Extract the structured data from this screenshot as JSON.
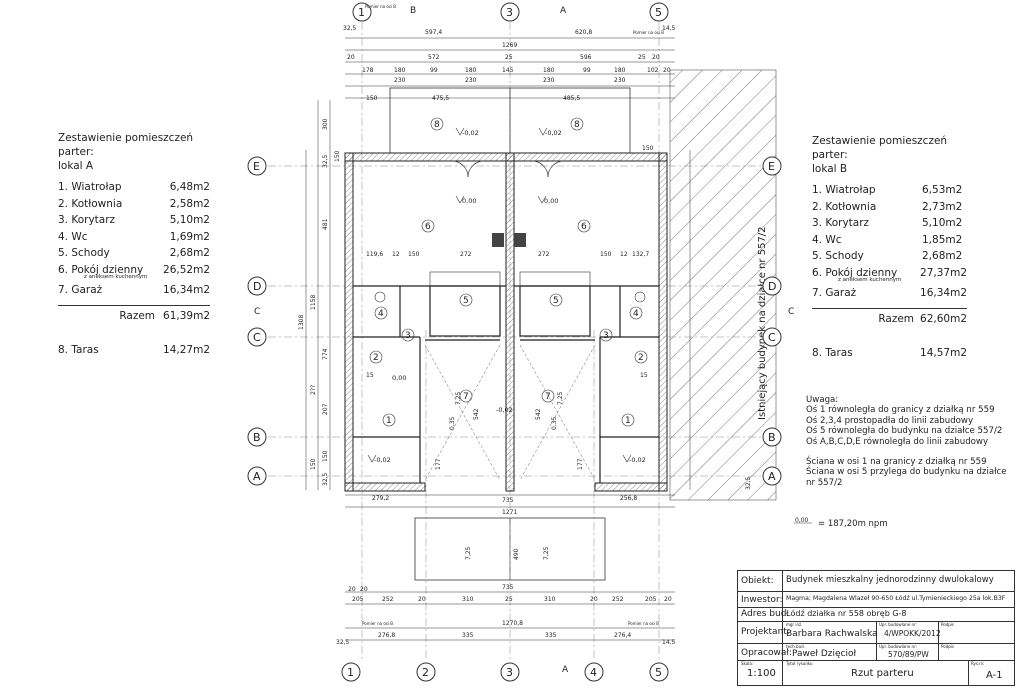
{
  "axes": {
    "vertical": [
      "1",
      "2",
      "3",
      "4",
      "5"
    ],
    "horizontal": [
      "E",
      "D",
      "C",
      "B",
      "A"
    ],
    "section_marks": [
      "B",
      "A",
      "C"
    ]
  },
  "dimensions": {
    "top": [
      "32,5",
      "597,4",
      "620,8",
      "14,5",
      "1269",
      "20",
      "572",
      "25",
      "596",
      "25",
      "20",
      "178",
      "180",
      "99",
      "180",
      "145",
      "180",
      "99",
      "180",
      "102",
      "20",
      "230",
      "230",
      "230",
      "230",
      "150",
      "475,5",
      "485,5",
      "150"
    ],
    "left": [
      "300",
      "32,5",
      "150",
      "481",
      "1158",
      "1308",
      "774",
      "207",
      "150",
      "150",
      "32,5",
      "2??"
    ],
    "right": [
      "32,5"
    ],
    "bottom": [
      "279,2",
      "735",
      "256,8",
      "1271",
      "735",
      "20",
      "20",
      "205",
      "252",
      "20",
      "310",
      "25",
      "310",
      "20",
      "252",
      "205",
      "20",
      "1270,8",
      "276,8",
      "335",
      "335",
      "276,4",
      "32,5",
      "14,5"
    ],
    "interior": [
      "119,6",
      "12",
      "150",
      "272",
      "272",
      "150",
      "12",
      "132,7",
      "490",
      "7,25",
      "7,25",
      "7,25",
      "7,25",
      "177",
      "177",
      "0,35",
      "0,35",
      "542",
      "542",
      "15",
      "15"
    ]
  },
  "rooms": [
    "8",
    "8",
    "6",
    "6",
    "4",
    "4",
    "2",
    "2",
    "1",
    "1",
    "3",
    "3",
    "5",
    "5",
    "7",
    "7"
  ],
  "levels": [
    "-0,02",
    "-0,02",
    "0,00",
    "0,00",
    "0,00",
    "-0,02",
    "-0,02",
    "-0,02"
  ],
  "wall_note": "Pomier na osi B",
  "neighbor_label": "Istniejący budynek na działce nr 557/2",
  "lokal_a": {
    "header": "Zestawienie pomieszczeń parter:",
    "sub": "lokal A",
    "rooms": [
      {
        "name": "1. Wiatrołap",
        "area": "6,48m2"
      },
      {
        "name": "2. Kotłownia",
        "area": "2,58m2"
      },
      {
        "name": "3. Korytarz",
        "area": "5,10m2"
      },
      {
        "name": "4. Wc",
        "area": "1,69m2"
      },
      {
        "name": "5. Schody",
        "area": "2,68m2"
      },
      {
        "name": "6. Pokój dzienny",
        "area": "26,52m2"
      },
      {
        "name": "7. Garaż",
        "area": "16,34m2"
      }
    ],
    "annex": "z aneksem kuchennym",
    "sum_label": "Razem",
    "sum": "61,39m2",
    "terrace": {
      "name": "8. Taras",
      "area": "14,27m2"
    }
  },
  "lokal_b": {
    "header": "Zestawienie pomieszczeń parter:",
    "sub": "lokal B",
    "rooms": [
      {
        "name": "1. Wiatrołap",
        "area": "6,53m2"
      },
      {
        "name": "2. Kotłownia",
        "area": "2,73m2"
      },
      {
        "name": "3. Korytarz",
        "area": "5,10m2"
      },
      {
        "name": "4. Wc",
        "area": "1,85m2"
      },
      {
        "name": "5. Schody",
        "area": "2,68m2"
      },
      {
        "name": "6. Pokój dzienny",
        "area": "27,37m2"
      },
      {
        "name": "7. Garaż",
        "area": "16,34m2"
      }
    ],
    "annex": "z aneksem kuchennym",
    "sum_label": "Razem",
    "sum": "62,60m2",
    "terrace": {
      "name": "8. Taras",
      "area": "14,57m2"
    }
  },
  "notes": {
    "title": "Uwaga:",
    "lines": [
      "Oś 1 równoległa do granicy z działką nr 559",
      "Oś 2,3,4 prostopadła do linii zabudowy",
      "Oś 5 równoległa do budynku na działce 557/2",
      "Oś A,B,C,D,E równoległa do linii zabudowy"
    ],
    "lines2": [
      "Ściana w osi 1 na granicy z działką nr 559",
      "Ściana w osi 5 przylega do budynku na działce",
      "nr 557/2"
    ],
    "datum_symbol": "0,00",
    "datum_text": "= 187,20m npm"
  },
  "title_block": {
    "obiekt_label": "Obiekt:",
    "obiekt": "Budynek mieszkalny jednorodzinny dwulokalowy",
    "inwestor_label": "Inwestor:",
    "inwestor": "Magma; Magdalena Wlazeł 90-650 Łódź ul.Tymienieckiego 25a lok.B3F",
    "adres_label": "Adres bud.",
    "adres": "Łódź działka nr 558 obręb G-8",
    "projektant_label": "Projektant:",
    "projektant_small": "mgr inż.",
    "projektant": "Barbara Rachwalska",
    "upr1_small": "Upr. budowlane nr:",
    "upr1": "4/WPOKK/2012",
    "podpis1": "Podpis",
    "opracowal_label": "Opracował:",
    "opracowal_small": "tech.bud.",
    "opracowal": "Paweł Dzięcioł",
    "upr2_small": "Upr. budowlane nr:",
    "upr2": "570/89/PW",
    "podpis2": "Podpis",
    "skala_label": "Skala:",
    "skala": "1:100",
    "tytul_label": "Tytuł rysunku",
    "tytul": "Rzut parteru",
    "nr_label": "Rys.nr.",
    "nr": "A-1"
  }
}
